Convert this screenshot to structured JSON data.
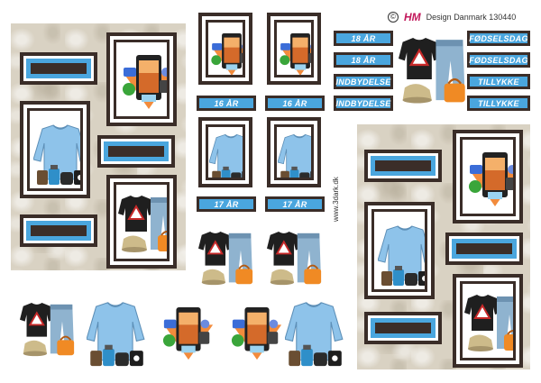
{
  "header": {
    "copyright_symbol": "©",
    "logo_text": "HM",
    "brand_text": "Design Danmark 130440"
  },
  "website": "www.3dark.dk",
  "labels": {
    "age16": "16 ÅR",
    "age17": "17 ÅR",
    "age18": "18 ÅR",
    "birthday": "FØDSELSDAG",
    "invitation": "INDBYDELSE",
    "congratulations": "TILLYKKE"
  },
  "colors": {
    "accent_blue": "#4aa6de",
    "frame_brown": "#3a2d28",
    "marble": "#d9d2c3"
  }
}
